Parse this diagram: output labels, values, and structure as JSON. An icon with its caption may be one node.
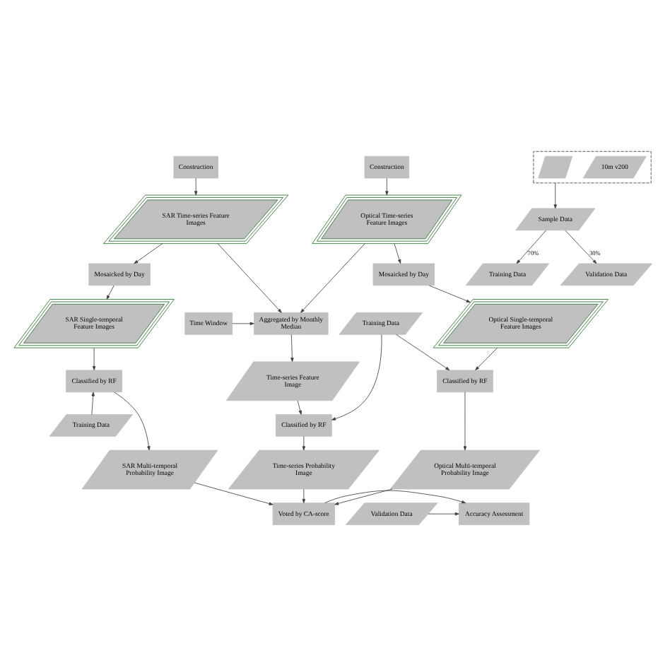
{
  "diagram": {
    "nodes": [
      {
        "text": [
          "Construction"
        ]
      },
      {
        "text": [],
        "shape": "box"
      },
      {
        "text": [
          "10m v200"
        ],
        "in": 1
      },
      {
        "text": [],
        "shape": "parallelogram",
        "in": 1
      },
      {
        "text": [
          "Construction"
        ]
      },
      {
        "text": [
          "SAR Time-series Feature Images"
        ]
      },
      {
        "text": [
          "Sample Data"
        ]
      },
      {
        "text": [
          "Optical Time-series Feature Images"
        ]
      },
      {
        "text": [
          "Mosaicked by Day"
        ]
      },
      {
        "text": [
          "Mosaicked by Day"
        ]
      },
      {
        "text": [
          "Training Data"
        ]
      },
      {
        "text": [
          "Validation Data"
        ]
      },
      {
        "text": [
          "SAR Single-temporal Feature Images"
        ]
      },
      {
        "text": [
          "Optical Single-temporal Feature Images"
        ]
      },
      {
        "text": [
          "Time Window"
        ]
      },
      {
        "text": [
          "Aggregated by Monthly Median"
        ]
      },
      {
        "text": [
          "Training Data"
        ]
      },
      {
        "text": [
          "Classified by RF"
        ]
      },
      {
        "text": [
          "Time-series Feature Image"
        ]
      },
      {
        "text": [
          "Classified by RF"
        ]
      },
      {
        "text": [
          "Training Data"
        ]
      },
      {
        "text": [
          "Classified by RF"
        ]
      },
      {
        "text": [
          "SAR Multi-temporal Probability Image"
        ]
      },
      {
        "text": [
          "Time-series Probability Image"
        ]
      },
      {
        "text": [
          "Optical Multi-temporal Probability Image"
        ]
      },
      {
        "text": [
          "Voted by CA-score"
        ]
      },
      {
        "text": [
          "Accuracy Assessment"
        ]
      },
      {
        "text": [
          "Validation Data"
        ]
      }
    ],
    "edges": [
      {
        "from": 0,
        "to": 5,
        "arrow": "to"
      },
      {
        "from": 4,
        "to": 7,
        "arrow": "to"
      },
      {
        "from": 1,
        "to": 6,
        "arrow": "to"
      },
      {
        "from": 5,
        "to": 8,
        "arrow": "to"
      },
      {
        "from": 6,
        "to": 10,
        "arrow": "to",
        "label": "70%"
      },
      {
        "from": 6,
        "to": 11,
        "arrow": "to",
        "label": "30%"
      },
      {
        "from": 7,
        "to": 9,
        "arrow": "to"
      },
      {
        "from": 8,
        "to": 12,
        "arrow": "to"
      },
      {
        "from": 9,
        "to": 13,
        "arrow": "to"
      },
      {
        "from": 5,
        "to": 15,
        "arrow": "to"
      },
      {
        "from": 7,
        "to": 15,
        "arrow": "to"
      },
      {
        "from": 14,
        "to": 15,
        "arrow": "to"
      },
      {
        "from": 12,
        "to": 17,
        "arrow": "to"
      },
      {
        "from": 13,
        "to": 19,
        "arrow": "to"
      },
      {
        "from": 16,
        "to": 19,
        "arrow": "to"
      },
      {
        "from": 15,
        "to": 18,
        "arrow": "to"
      },
      {
        "from": 20,
        "to": 17,
        "arrow": "to"
      },
      {
        "from": 18,
        "to": 21,
        "arrow": "to"
      },
      {
        "from": 16,
        "to": 21,
        "arrow": "to"
      },
      {
        "from": 17,
        "to": 22,
        "arrow": "to"
      },
      {
        "from": 19,
        "to": 24,
        "arrow": "to"
      },
      {
        "from": 21,
        "to": 23,
        "arrow": "to"
      },
      {
        "from": 23,
        "to": 25,
        "arrow": "to"
      },
      {
        "from": 22,
        "to": 25,
        "arrow": "to"
      },
      {
        "from": 24,
        "to": 25,
        "arrow": "to"
      },
      {
        "from": 25,
        "to": 26,
        "arrow": "to"
      },
      {
        "from": 27,
        "to": 26,
        "arrow": "to"
      }
    ]
  }
}
